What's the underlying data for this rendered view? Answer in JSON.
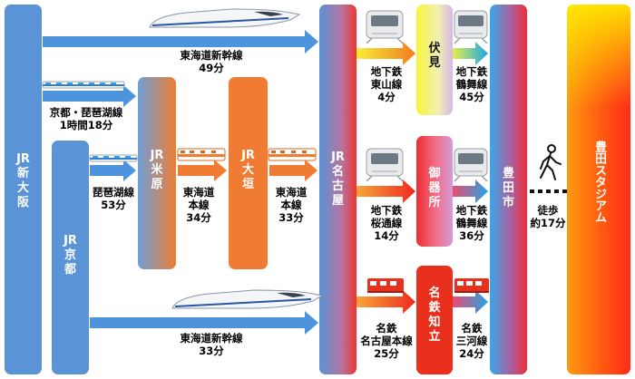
{
  "stations": {
    "shin_osaka": "JR\n新\n大\n阪",
    "kyoto": "JR\n京\n都",
    "maibara": "JR\n米\n原",
    "ogaki": "JR\n大\n垣",
    "nagoya": "JR\n名\n古\n屋",
    "fushimi": "伏\n見",
    "gokiso": "御\n器\n所",
    "meitetsu_chiryu": "名\n鉄\n知\n立",
    "toyotashi": "豊\n田\n市",
    "stadium": "豊田スタジアム"
  },
  "routes": {
    "tokaido_shinkansen_top": "東海道新幹線\n49分",
    "kyoto_biwako": "京都・琵琶湖線\n1時間18分",
    "biwako": "琵琶湖線\n53分",
    "tokaido_main_1": "東海道\n本線\n34分",
    "tokaido_main_2": "東海道\n本線\n33分",
    "tokaido_shinkansen_bottom": "東海道新幹線\n33分",
    "higashiyama": "地下鉄\n東山線\n4分",
    "tsurumai_1": "地下鉄\n鶴舞線\n45分",
    "sakuradori": "地下鉄\n桜通線\n14分",
    "tsurumai_2": "地下鉄\n鶴舞線\n36分",
    "meitetsu_nagoya": "名鉄\n名古屋本線\n25分",
    "meitetsu_mikawa": "名鉄\n三河線\n24分",
    "walk": "徒歩\n約17分"
  },
  "colors": {
    "jr_blue": "#5a93d6",
    "tokaido_orange": "#ef7c32",
    "meitetsu_red": "#e8301c",
    "subway_yellow": "#f2f23a",
    "arrow_blue": "#4d94dc"
  }
}
